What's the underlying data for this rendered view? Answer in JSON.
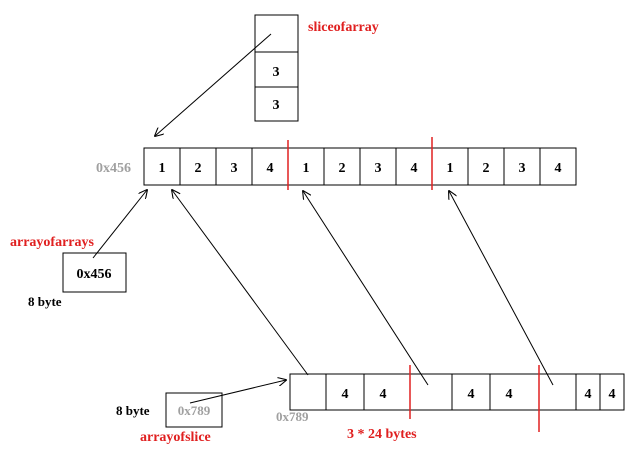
{
  "labels": {
    "slice_of_array": "sliceofarray",
    "array_of_arrays": "arrayofarrays",
    "array_of_slice": "arrayofslice",
    "addr_main": "0x456",
    "addr_box": "0x456",
    "addr_slice_box": "0x789",
    "addr_bottom": "0x789",
    "size_top": "8 byte",
    "size_bottom": "8 byte",
    "bytes_note": "3 * 24 bytes"
  },
  "slice_of_array_cells": [
    "",
    "3",
    "3"
  ],
  "main_array_cells": [
    "1",
    "2",
    "3",
    "4",
    "1",
    "2",
    "3",
    "4",
    "1",
    "2",
    "3",
    "4"
  ],
  "bottom_array_cells": [
    "",
    "4",
    "4",
    "",
    "4",
    "4",
    "",
    "4",
    "4"
  ],
  "colors": {
    "label_red": "#e02020",
    "line_black": "#000000",
    "address_gray": "#a0a0a0",
    "divider_red": "#e02020"
  }
}
